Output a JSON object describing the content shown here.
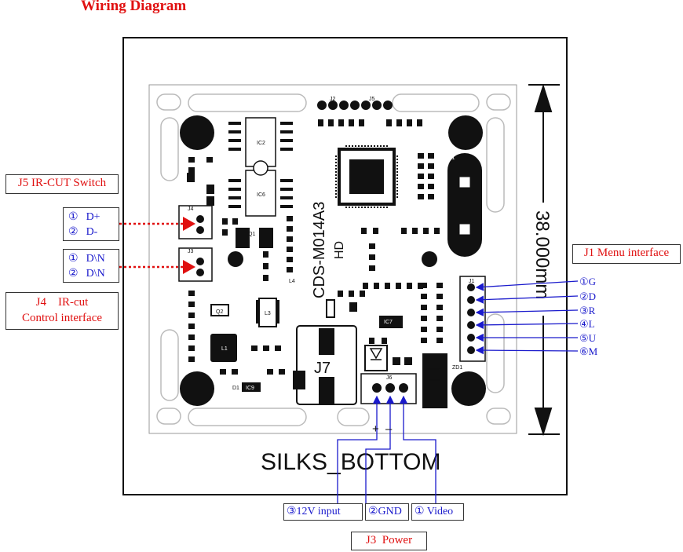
{
  "title": "Wiring Diagram",
  "board": {
    "silkscreen": "SILKS_BOTTOM",
    "model": "CDS-M014A3",
    "model_sub": "HD",
    "dimension": "38.000mm",
    "j7": "J7",
    "refs": {
      "j2": "J2",
      "j5": "J5",
      "j4": "J4",
      "j3": "J3",
      "j1": "J1",
      "j6": "J6",
      "ic2": "IC2",
      "ic6": "IC6",
      "ic7": "IC7",
      "ic9": "IC9",
      "y1": "Y1",
      "q1": "Q1",
      "q2": "Q2",
      "l1": "L1",
      "l3": "L3",
      "l4": "L4",
      "d1": "D1",
      "zd1": "ZD1"
    }
  },
  "labels": {
    "j5_title": "J5 IR-CUT Switch",
    "j5_pins": [
      {
        "num": "①",
        "name": "D+"
      },
      {
        "num": "②",
        "name": "D-"
      }
    ],
    "j4_pins": [
      {
        "num": "①",
        "name": "D\\N"
      },
      {
        "num": "②",
        "name": "D\\N"
      }
    ],
    "j4_title_line1": "J4    IR-cut",
    "j4_title_line2": "Control interface",
    "j1_title": "J1 Menu interface",
    "j1_pins": [
      "①G",
      "②D",
      "③R",
      "④L",
      "⑤U",
      "⑥M"
    ],
    "power_pins": {
      "p12v": "③12V  input",
      "gnd": "②GND",
      "video": "① Video"
    },
    "power_title": "J3  Power",
    "polarity": {
      "plus": "+",
      "minus": "–"
    }
  },
  "colors": {
    "title_red": "#e01010",
    "pin_blue": "#1a1acc",
    "board_black": "#111111",
    "arrow_red": "#e01010"
  }
}
